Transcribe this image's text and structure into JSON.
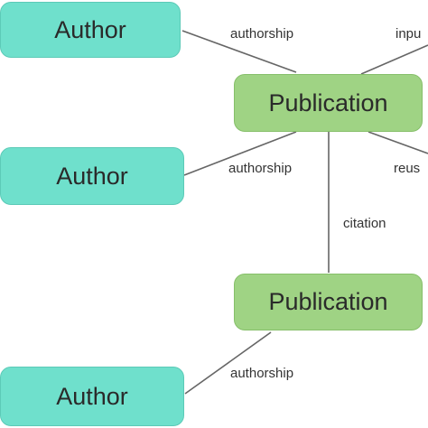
{
  "nodes": {
    "author_1": "Author",
    "author_2": "Author",
    "author_3": "Author",
    "publication_1": "Publication",
    "publication_2": "Publication"
  },
  "edges": {
    "authorship_1": "authorship",
    "authorship_2": "authorship",
    "authorship_3": "authorship",
    "input": "inpu",
    "reuse": "reus",
    "citation": "citation"
  },
  "colors": {
    "author_fill": "#6fe0cc",
    "publication_fill": "#9fd384",
    "edge_line": "#666666"
  }
}
